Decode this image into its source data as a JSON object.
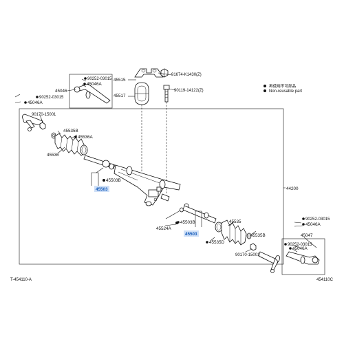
{
  "legend": {
    "non_reusable_jp": "再使用不可部品",
    "non_reusable_en": "Non-reusable part"
  },
  "labels": {
    "p91674": "91674-K1430(Z)",
    "p45515": "45515",
    "p90119": "90119-14122(Z)",
    "p45517": "45517",
    "p90252_top": "90252-03015",
    "p45046_top": "45046",
    "p45046a_top": "45046A",
    "p90252_left": "90252-03015",
    "p45046a_left": "45046A",
    "p90170_left": "90170-15001",
    "p45535b_left": "45535B",
    "p45536a": "45536A",
    "p45536": "45536",
    "p45503b_left": "45503B",
    "p45503_left": "45503",
    "p44200": "44200",
    "p45524a": "45524A",
    "p45503b_right": "45503B",
    "p45503_right": "45503",
    "p45535": "45535",
    "p45535d": "45535D",
    "p45535b_right": "45535B",
    "p90170_right": "90170-15001",
    "p90252_right": "90252-03015",
    "p45046a_right": "45046A",
    "p45047": "45047",
    "p90252_br": "90252-03015",
    "p45046a_br": "45046A"
  },
  "footer": {
    "left_code": "T-454110-A",
    "right_code": "454110C"
  },
  "colors": {
    "highlight": "#0f57b8",
    "highlight_bg": "#cfe0f7"
  }
}
